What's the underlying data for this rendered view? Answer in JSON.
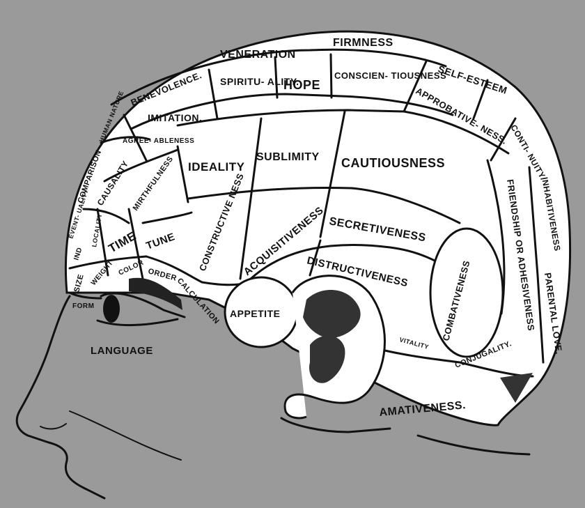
{
  "colors": {
    "background": "#9a9a9a",
    "ink": "#111111",
    "paper": "#ffffff"
  },
  "labels": {
    "veneration": "VENERATION",
    "firmness": "FIRMNESS",
    "benevolence": "BENEVOLENCE.",
    "spirituality": "SPIRITU- ALITY.",
    "hope": "HOPE",
    "conscientiousness": "CONSCIEN- TIOUSNESS",
    "self_esteem": "SELF-ESTEEM",
    "imitation": "IMITATION.",
    "human_nature": "HUMAN NATURE",
    "approbativeness": "APPROBATIVE- NESS.",
    "continuity": "CONTI- NUITY.",
    "agreeableness": "AGREE- ABLENESS",
    "comparison": "COMPARISON",
    "ideality": "IDEALITY",
    "sublimity": "SUBLIMITY",
    "cautiousness": "CAUTIOUSNESS",
    "causality": "CAUSALITY",
    "mirthfulness": "MIRTHFULNESS",
    "inhabitiveness": "INHABITIVENESS",
    "eventuality": "EVENT- UALITY",
    "friendship": "FRIENDSHIP OR ADHESIVENESS",
    "locality": "LOCALITY",
    "constructiveness": "CONSTRUCTIVE NESS",
    "acquisitiveness": "ACQUISITIVENESS",
    "secretiveness": "SECRETIVENESS",
    "time": "TIME",
    "tune": "TUNE",
    "individuality": "IND",
    "destructiveness": "DISTRUCTIVENESS",
    "combativeness": "COMBATIVENESS",
    "parental_love": "PARENTAL LOVE.",
    "size": "SIZE",
    "weight": "WEIGHT",
    "color": "COLOR",
    "order": "ORDER",
    "calculation": "CALCULATION",
    "appetite": "APPETITE",
    "form": "FORM",
    "vitality": "VITALITY",
    "conjugality": "CONJUGALITY.",
    "language": "LANGUAGE",
    "amativeness": "AMATIVENESS."
  }
}
